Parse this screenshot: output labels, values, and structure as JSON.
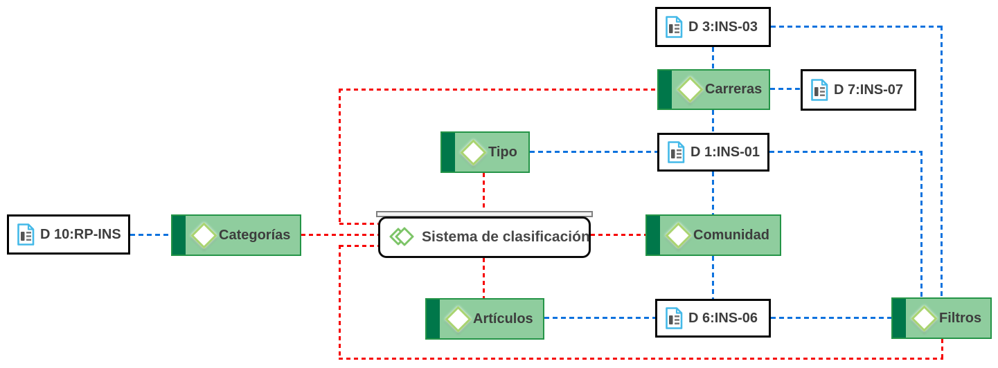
{
  "diagram": {
    "nodes": {
      "sistema": {
        "label": "Sistema de clasificación",
        "type": "central"
      },
      "categorias": {
        "label": "Categorías",
        "type": "entity"
      },
      "tipo": {
        "label": "Tipo",
        "type": "entity"
      },
      "carreras": {
        "label": "Carreras",
        "type": "entity"
      },
      "comunidad": {
        "label": "Comunidad",
        "type": "entity"
      },
      "articulos": {
        "label": "Artículos",
        "type": "entity"
      },
      "filtros": {
        "label": "Filtros",
        "type": "entity"
      },
      "d3": {
        "label": "D 3:INS-03",
        "type": "document"
      },
      "d7": {
        "label": "D 7:INS-07",
        "type": "document"
      },
      "d1": {
        "label": "D 1:INS-01",
        "type": "document"
      },
      "d10": {
        "label": "D 10:RP-INS",
        "type": "document"
      },
      "d6": {
        "label": "D 6:INS-06",
        "type": "document"
      }
    },
    "connections": [
      {
        "from": "d10",
        "to": "categorias",
        "color": "blue"
      },
      {
        "from": "categorias",
        "to": "sistema",
        "color": "red"
      },
      {
        "from": "sistema",
        "to": "carreras",
        "color": "red"
      },
      {
        "from": "sistema",
        "to": "tipo",
        "color": "red"
      },
      {
        "from": "sistema",
        "to": "comunidad",
        "color": "red"
      },
      {
        "from": "sistema",
        "to": "articulos",
        "color": "red"
      },
      {
        "from": "sistema",
        "to": "filtros",
        "color": "red"
      },
      {
        "from": "tipo",
        "to": "d1",
        "color": "blue"
      },
      {
        "from": "d3",
        "to": "carreras",
        "color": "blue"
      },
      {
        "from": "carreras",
        "to": "d7",
        "color": "blue"
      },
      {
        "from": "carreras",
        "to": "d1",
        "color": "blue"
      },
      {
        "from": "d1",
        "to": "comunidad",
        "color": "blue"
      },
      {
        "from": "d1",
        "to": "filtros",
        "color": "blue"
      },
      {
        "from": "d3",
        "to": "filtros",
        "color": "blue"
      },
      {
        "from": "comunidad",
        "to": "d6",
        "color": "blue"
      },
      {
        "from": "articulos",
        "to": "d6",
        "color": "blue"
      },
      {
        "from": "d6",
        "to": "filtros",
        "color": "blue"
      }
    ],
    "colors": {
      "entity_fill": "#8fcd9e",
      "entity_stripe": "#00774a",
      "entity_border": "#249447",
      "diamond_outline": "#a9d470",
      "doc_border": "#000000",
      "doc_icon_blue": "#44b9e8",
      "central_border": "#0a0a0a",
      "central_bar_border": "#7f7f7f",
      "link_red": "#f60000",
      "link_blue": "#0d72de",
      "text": "#3d3d3d"
    }
  }
}
